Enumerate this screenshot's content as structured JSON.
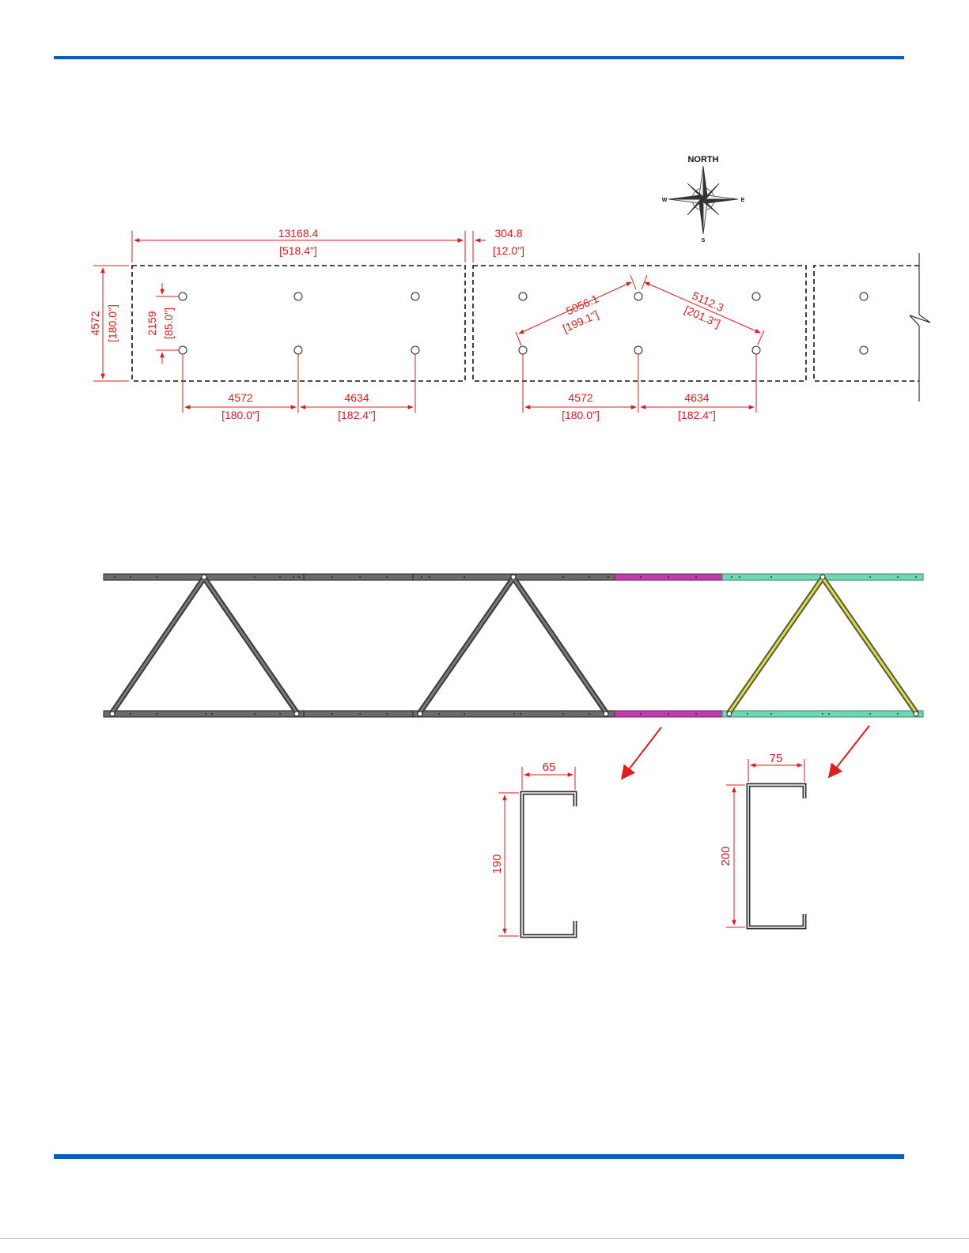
{
  "compass": {
    "north": "NORTH",
    "south": "S",
    "east": "E",
    "west": "W"
  },
  "plan": {
    "overall_length": {
      "mm": "13168.4",
      "in": "[518.4\"]"
    },
    "gap": {
      "mm": "304.8",
      "in": "[12.0\"]"
    },
    "width": {
      "mm": "4572",
      "in": "[180.0\"]"
    },
    "post_offset": {
      "mm": "2159",
      "in": "[85.0\"]"
    },
    "left_spacing_1": {
      "mm": "4572",
      "in": "[180.0\"]"
    },
    "left_spacing_2": {
      "mm": "4634",
      "in": "[182.4\"]"
    },
    "right_spacing_1": {
      "mm": "4572",
      "in": "[180.0\"]"
    },
    "right_spacing_2": {
      "mm": "4634",
      "in": "[182.4\"]"
    },
    "diagonal_1": {
      "mm": "5056.1",
      "in": "[199.1\"]"
    },
    "diagonal_2": {
      "mm": "5112.3",
      "in": "[201.3\"]"
    }
  },
  "truss": {
    "colors": {
      "steel": "#5a5a5a",
      "magenta_section": "#c23dab",
      "green_section": "#6fd7b0",
      "yellow_diagonals": "#c9c94a"
    }
  },
  "sections": {
    "c_channel_small": {
      "flange": "65",
      "depth": "190"
    },
    "c_channel_large": {
      "flange": "75",
      "depth": "200"
    }
  }
}
